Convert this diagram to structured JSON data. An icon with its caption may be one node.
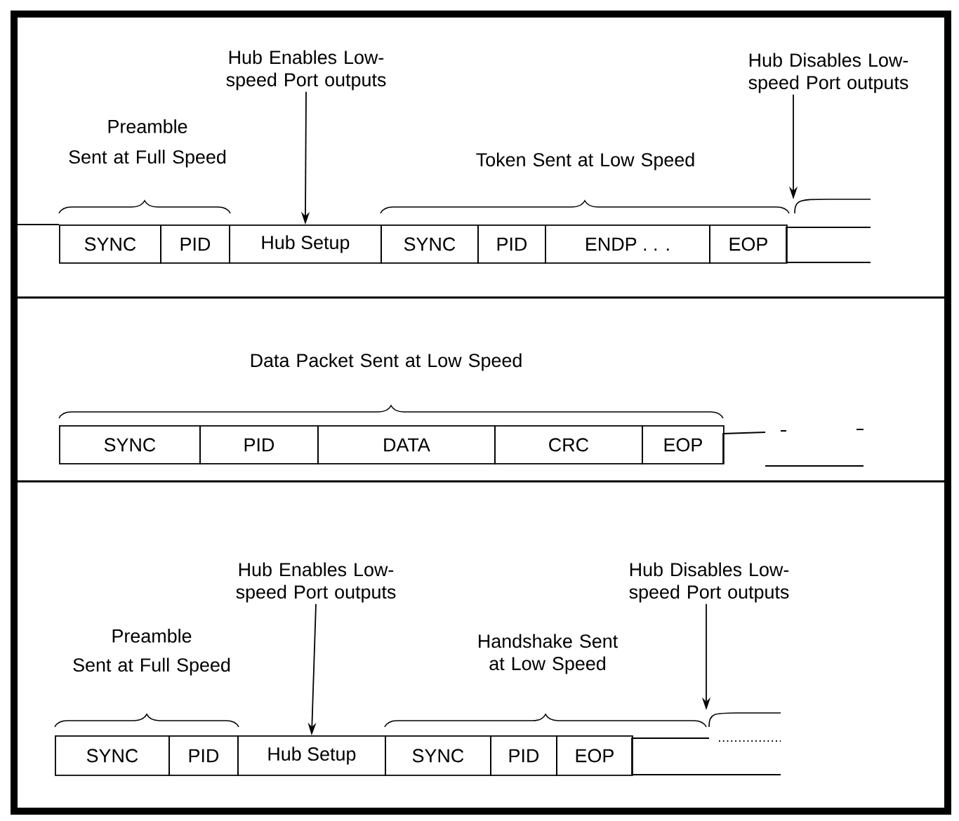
{
  "diagram": {
    "nodes": [
      {
        "text": [
          "Hub Enables Low-speed Port outputs"
        ]
      },
      {
        "text": [
          "Hub Disables Low-speed Port outputs"
        ]
      },
      {
        "text": [
          "SYNC"
        ]
      },
      {
        "text": [
          "PID"
        ]
      },
      {
        "text": [
          "Hub Setup"
        ]
      },
      {
        "text": [
          "SYNC"
        ]
      },
      {
        "text": [
          "PID"
        ]
      },
      {
        "text": [
          "ENDP . . ."
        ]
      },
      {
        "text": [
          "EOP"
        ]
      },
      {
        "text": [
          "SYNC"
        ]
      },
      {
        "text": [
          "PID"
        ]
      },
      {
        "text": [
          "DATA"
        ]
      },
      {
        "text": [
          "CRC"
        ]
      },
      {
        "text": [
          "EOP"
        ]
      },
      {
        "text": [
          "Hub Enables Low-speed Port outputs"
        ]
      },
      {
        "text": [
          "Hub Disables Low-speed Port outputs"
        ]
      },
      {
        "text": [
          "SYNC"
        ]
      },
      {
        "text": [
          "PID"
        ]
      },
      {
        "text": [
          "Hub Setup"
        ]
      },
      {
        "text": [
          "SYNC"
        ]
      },
      {
        "text": [
          "PID"
        ]
      },
      {
        "text": [
          "EOP"
        ]
      }
    ],
    "edges": [
      {
        "from": 0,
        "to": 4,
        "arrow": "to"
      },
      {
        "from": 1,
        "to": null,
        "arrow": "to"
      },
      {
        "from": 14,
        "to": 18,
        "arrow": "to"
      },
      {
        "from": 15,
        "to": null,
        "arrow": "to"
      }
    ],
    "labels": [
      "Preamble",
      "Sent at Full Speed",
      "Token Sent at Low Speed",
      "Data Packet Sent at Low Speed",
      "Preamble",
      "Sent at Full Speed",
      "Handshake Sent at Low Speed"
    ]
  }
}
